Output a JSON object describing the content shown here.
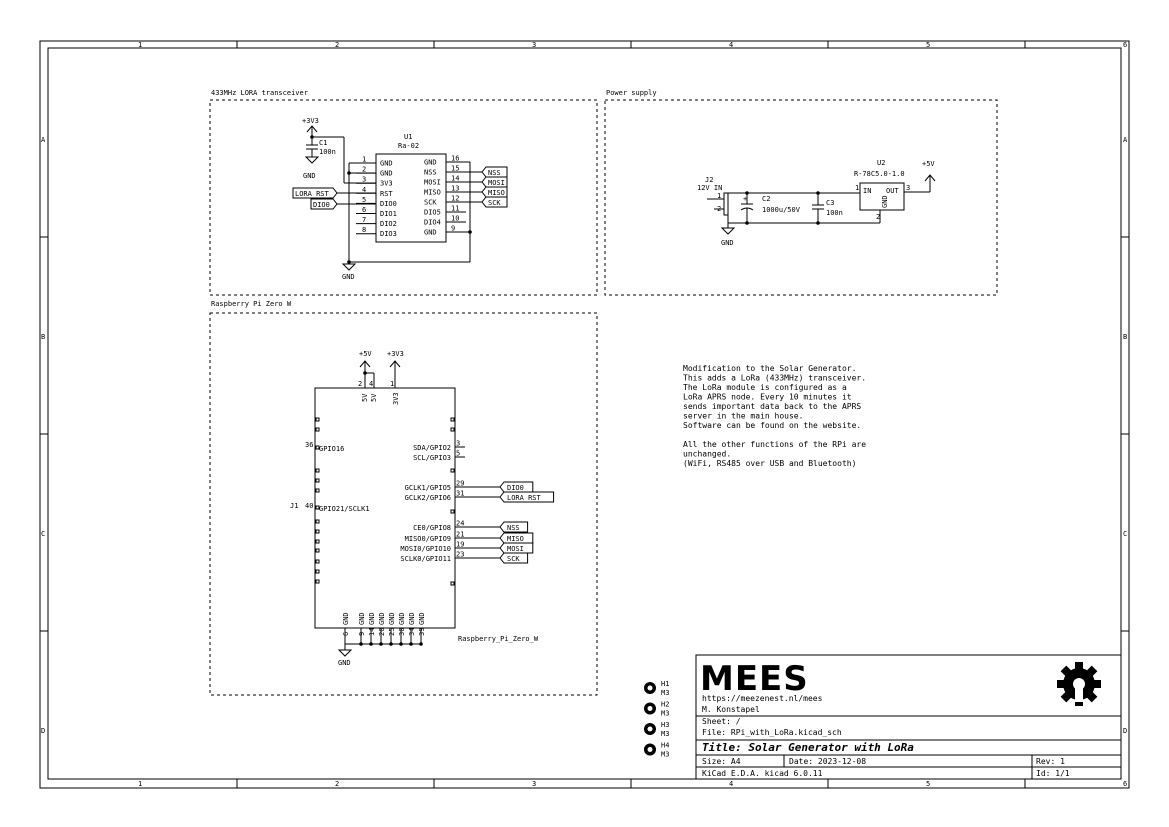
{
  "frame": {
    "columns": [
      "1",
      "2",
      "3",
      "4",
      "5",
      "6"
    ],
    "rows": [
      "A",
      "B",
      "C",
      "D"
    ]
  },
  "blocks": {
    "lora": "433MHz LORA transceiver",
    "power": "Power supply",
    "rpi": "Raspberry Pi Zero W"
  },
  "lora": {
    "v3v3": "+3V3",
    "c1_ref": "C1",
    "c1_val": "100n",
    "gnd": "GND",
    "u1_ref": "U1",
    "u1_val": "Ra-02",
    "left_pins": [
      {
        "num": "1",
        "name": "GND"
      },
      {
        "num": "2",
        "name": "GND"
      },
      {
        "num": "3",
        "name": "3V3"
      },
      {
        "num": "4",
        "name": "RST"
      },
      {
        "num": "5",
        "name": "DIO0"
      },
      {
        "num": "6",
        "name": "DIO1"
      },
      {
        "num": "7",
        "name": "DIO2"
      },
      {
        "num": "8",
        "name": "DIO3"
      }
    ],
    "right_pins": [
      {
        "num": "16",
        "name": "GND"
      },
      {
        "num": "15",
        "name": "NSS"
      },
      {
        "num": "14",
        "name": "MOSI"
      },
      {
        "num": "13",
        "name": "MISO"
      },
      {
        "num": "12",
        "name": "SCK"
      },
      {
        "num": "11",
        "name": "DIO5"
      },
      {
        "num": "10",
        "name": "DIO4"
      },
      {
        "num": "9",
        "name": "GND"
      }
    ],
    "in_labels": [
      "LORA_RST",
      "DIO0"
    ],
    "out_labels": [
      "NSS",
      "MOSI",
      "MISO",
      "SCK"
    ]
  },
  "power": {
    "j2_ref": "J2",
    "j2_val": "12V IN",
    "pin1": "1",
    "pin2": "2",
    "gnd": "GND",
    "c2_ref": "C2",
    "c2_val": "1000u/50V",
    "c3_ref": "C3",
    "c3_val": "100n",
    "u2_ref": "U2",
    "u2_val": "R-78C5.0-1.0",
    "u2_in": "IN",
    "u2_out": "OUT",
    "u2_gnd": "GND",
    "u2_p1": "1",
    "u2_p2": "2",
    "u2_p3": "3",
    "v5": "+5V"
  },
  "rpi": {
    "v5": "+5V",
    "v3v3": "+3V3",
    "top_pins": [
      {
        "num": "2",
        "name": "5V"
      },
      {
        "num": "4",
        "name": "5V"
      },
      {
        "num": "1",
        "name": "3V3"
      }
    ],
    "left_pins": [
      {
        "num": "36",
        "name": "GPIO16"
      },
      {
        "num": "40",
        "name": "GPIO21/SCLK1"
      }
    ],
    "j1_ref": "J1",
    "right_pins": [
      {
        "num": "3",
        "name": "SDA/GPIO2"
      },
      {
        "num": "5",
        "name": "SCL/GPIO3"
      },
      {
        "num": "29",
        "name": "GCLK1/GPIO5"
      },
      {
        "num": "31",
        "name": "GCLK2/GPIO6"
      },
      {
        "num": "24",
        "name": "CE0/GPIO8"
      },
      {
        "num": "21",
        "name": "MISO0/GPIO9"
      },
      {
        "num": "19",
        "name": "MOSI0/GPIO10"
      },
      {
        "num": "23",
        "name": "SCLK0/GPIO11"
      }
    ],
    "right_labels": [
      "DIO0",
      "LORA_RST",
      "NSS",
      "MISO",
      "MOSI",
      "SCK"
    ],
    "bottom_pins": [
      "6",
      "9",
      "14",
      "20",
      "25",
      "30",
      "34",
      "39"
    ],
    "bottom_name": "GND",
    "gnd": "GND",
    "value": "Raspberry_Pi_Zero_W"
  },
  "notes": [
    "Modification to the Solar Generator.",
    "This adds a LoRa (433MHz) transceiver.",
    "The LoRa module is configured as a",
    "LoRa APRS node. Every 10 minutes it",
    "sends important data back to the APRS",
    "server in the main house.",
    "Software can be found on the website.",
    "",
    "All the other functions of the RPi are",
    "unchanged.",
    "(WiFi, RS485 over USB and Bluetooth)"
  ],
  "mounting_holes": [
    {
      "ref": "H1",
      "val": "M3"
    },
    {
      "ref": "H2",
      "val": "M3"
    },
    {
      "ref": "H3",
      "val": "M3"
    },
    {
      "ref": "H4",
      "val": "M3"
    }
  ],
  "title_block": {
    "logo": "MEES",
    "url": "https://meezenest.nl/mees",
    "author": "M. Konstapel",
    "sheet": "Sheet: /",
    "file": "File: RPi_with_LoRa.kicad_sch",
    "title": "Title: Solar Generator with LoRa",
    "size": "Size: A4",
    "date": "Date: 2023-12-08",
    "rev": "Rev: 1",
    "tool": "KiCad E.D.A.  kicad 6.0.11",
    "id": "Id: 1/1"
  }
}
